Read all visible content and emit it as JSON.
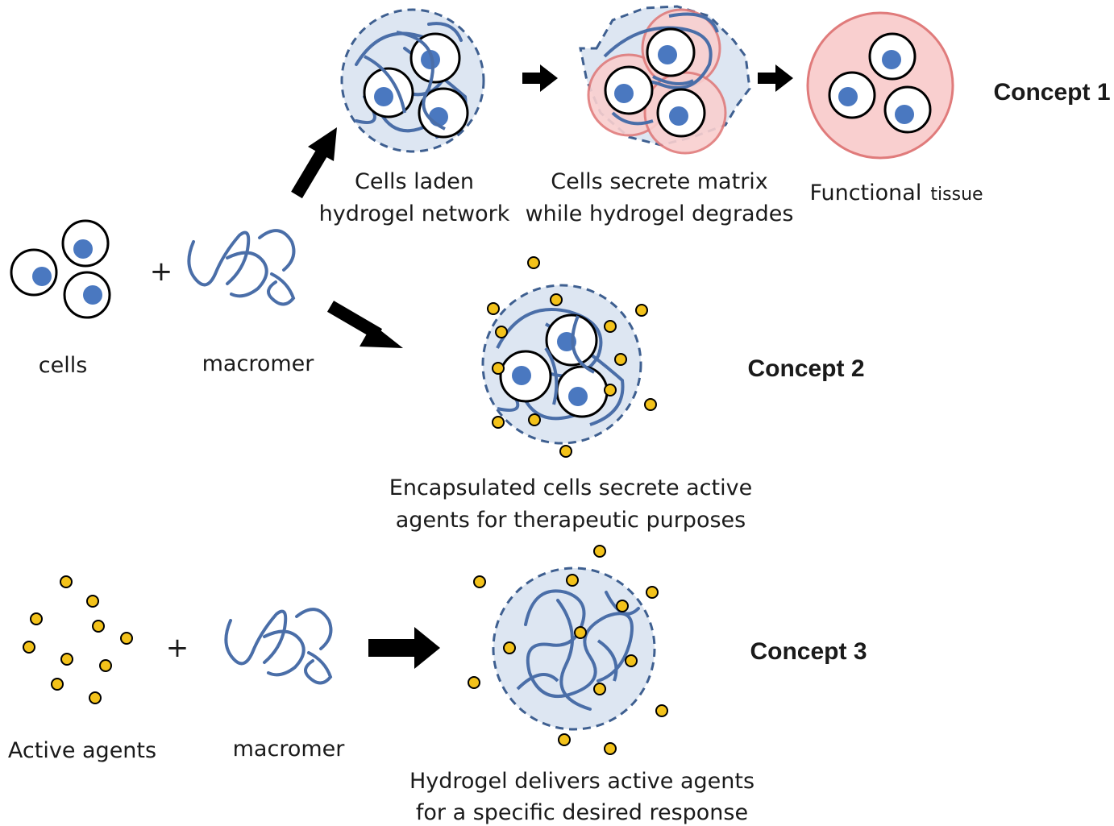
{
  "colors": {
    "polymer": "#4a6ea8",
    "gel_fill": "#dde6f2",
    "gel_border": "#3e5f90",
    "nucleus": "#4a78c0",
    "agent": "#f3c21a",
    "tissue_fill": "#f9cfcf",
    "tissue_border": "#e07b7b",
    "arrow": "#000000"
  },
  "inputs": {
    "cells_label": "cells",
    "plus": "+",
    "macromer_label": "macromer",
    "agents_label": "Active agents",
    "macromer_label_2": "macromer"
  },
  "concept1": {
    "title": "Concept 1",
    "step1": [
      "Cells laden",
      "hydrogel network"
    ],
    "step2": [
      "Cells secrete matrix",
      "while hydrogel degrades"
    ],
    "step3_main": "Functional",
    "step3_small": "tissue"
  },
  "concept2": {
    "title": "Concept 2",
    "caption": [
      "Encapsulated cells secrete active",
      "agents for therapeutic purposes"
    ]
  },
  "concept3": {
    "title": "Concept 3",
    "caption": [
      "Hydrogel delivers active agents",
      "for a specific desired response"
    ]
  }
}
